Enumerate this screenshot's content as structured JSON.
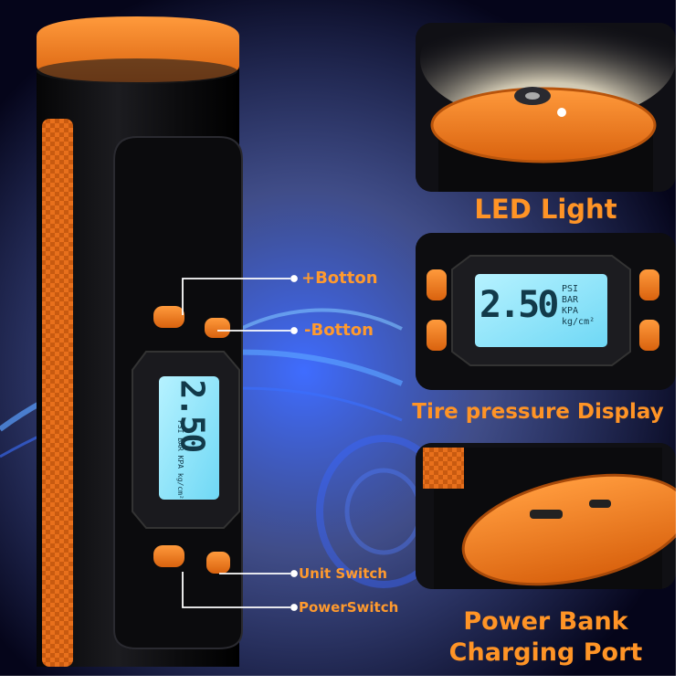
{
  "callouts": {
    "plus_button": "+Botton",
    "minus_button": "-Botton",
    "unit_switch": "Unit Switch",
    "power_switch": "PowerSwitch"
  },
  "captions": {
    "led_light": "LED Light",
    "tire_display": "Tire pressure Display",
    "power_bank_line1": "Power Bank",
    "power_bank_line2": "Charging Port"
  },
  "display": {
    "reading": "2.50",
    "units": [
      "PSI",
      "BAR",
      "KPA",
      "kg/cm²"
    ]
  },
  "colors": {
    "accent": "#ff9a2e",
    "device_body": "#121214",
    "device_orange": "#f07a1e",
    "lcd": "#8fe6ff",
    "background": "#06061c"
  }
}
